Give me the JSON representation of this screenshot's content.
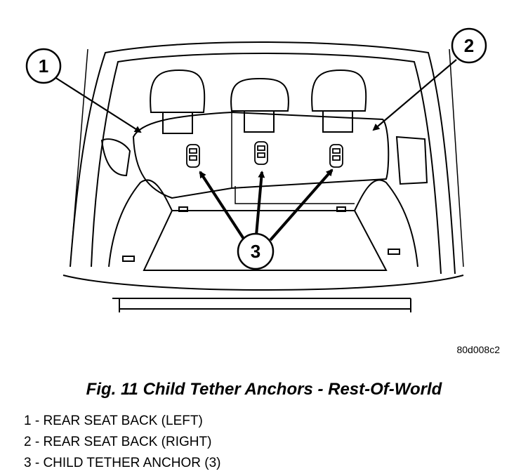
{
  "callouts": [
    "1",
    "2",
    "3"
  ],
  "figure_code": "80d008c2",
  "caption": "Fig. 11 Child Tether Anchors - Rest-Of-World",
  "legend": [
    "1 - REAR SEAT BACK (LEFT)",
    "2 - REAR SEAT BACK (RIGHT)",
    "3 - CHILD TETHER ANCHOR (3)"
  ]
}
